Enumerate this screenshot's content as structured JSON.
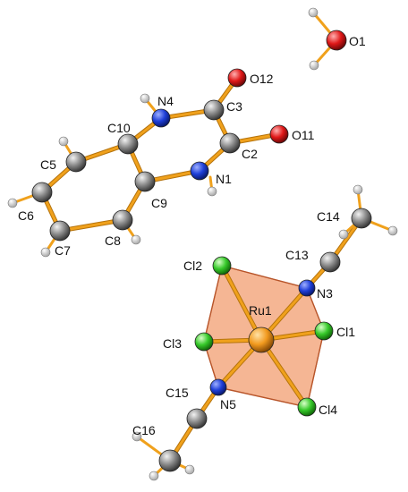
{
  "colors": {
    "bond": "#f0a11c",
    "bond_edge": "#b5730c",
    "carbon": "#8a8a8a",
    "hydrogen": "#dcdcdc",
    "nitrogen": "#1f3fd8",
    "oxygen": "#e01818",
    "chlorine": "#36c92a",
    "ruthenium": "#f29a1e",
    "octahedron": "#ec7a3c",
    "octahedron_edge": "#b8552a"
  },
  "atoms": [
    {
      "id": "O1",
      "label": "O1",
      "element": "oxygen"
    },
    {
      "id": "O12",
      "label": "O12",
      "element": "oxygen"
    },
    {
      "id": "O11",
      "label": "O11",
      "element": "oxygen"
    },
    {
      "id": "N4",
      "label": "N4",
      "element": "nitrogen"
    },
    {
      "id": "C3",
      "label": "C3",
      "element": "carbon"
    },
    {
      "id": "C10",
      "label": "C10",
      "element": "carbon"
    },
    {
      "id": "C2",
      "label": "C2",
      "element": "carbon"
    },
    {
      "id": "C5",
      "label": "C5",
      "element": "carbon"
    },
    {
      "id": "N1",
      "label": "N1",
      "element": "nitrogen"
    },
    {
      "id": "C9",
      "label": "C9",
      "element": "carbon"
    },
    {
      "id": "C6",
      "label": "C6",
      "element": "carbon"
    },
    {
      "id": "C8",
      "label": "C8",
      "element": "carbon"
    },
    {
      "id": "C7",
      "label": "C7",
      "element": "carbon"
    },
    {
      "id": "C14",
      "label": "C14",
      "element": "carbon"
    },
    {
      "id": "C13",
      "label": "C13",
      "element": "carbon"
    },
    {
      "id": "Cl2",
      "label": "Cl2",
      "element": "chlorine"
    },
    {
      "id": "N3",
      "label": "N3",
      "element": "nitrogen"
    },
    {
      "id": "Ru1",
      "label": "Ru1",
      "element": "ruthenium"
    },
    {
      "id": "Cl3",
      "label": "Cl3",
      "element": "chlorine"
    },
    {
      "id": "Cl1",
      "label": "Cl1",
      "element": "chlorine"
    },
    {
      "id": "C15",
      "label": "C15",
      "element": "carbon"
    },
    {
      "id": "N5",
      "label": "N5",
      "element": "nitrogen"
    },
    {
      "id": "Cl4",
      "label": "Cl4",
      "element": "chlorine"
    },
    {
      "id": "C16",
      "label": "C16",
      "element": "carbon"
    }
  ],
  "bonds": [
    [
      "N4",
      "C3"
    ],
    [
      "C3",
      "C2"
    ],
    [
      "C2",
      "N1"
    ],
    [
      "N1",
      "C9"
    ],
    [
      "C9",
      "C10"
    ],
    [
      "C10",
      "N4"
    ],
    [
      "C3",
      "O12"
    ],
    [
      "C2",
      "O11"
    ],
    [
      "C10",
      "C5"
    ],
    [
      "C5",
      "C6"
    ],
    [
      "C6",
      "C7"
    ],
    [
      "C7",
      "C8"
    ],
    [
      "C8",
      "C9"
    ],
    [
      "Ru1",
      "Cl1"
    ],
    [
      "Ru1",
      "Cl2"
    ],
    [
      "Ru1",
      "Cl3"
    ],
    [
      "Ru1",
      "Cl4"
    ],
    [
      "Ru1",
      "N3"
    ],
    [
      "Ru1",
      "N5"
    ],
    [
      "N3",
      "C13"
    ],
    [
      "C13",
      "C14"
    ],
    [
      "N5",
      "C15"
    ],
    [
      "C15",
      "C16"
    ]
  ]
}
